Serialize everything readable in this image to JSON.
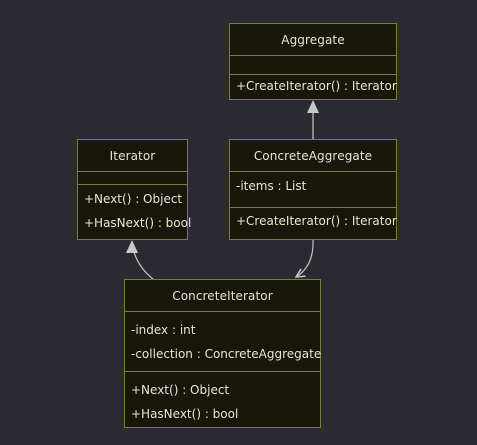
{
  "diagram": {
    "colors": {
      "background": "#2b2a30",
      "box_fill": "#171608",
      "box_border": "#7a7f36",
      "text": "#e6e6d8",
      "edge": "#c8c8c8"
    },
    "classes": {
      "aggregate": {
        "name": "Aggregate",
        "attributes": [],
        "methods": [
          "+CreateIterator() : Iterator"
        ]
      },
      "iterator": {
        "name": "Iterator",
        "attributes": [],
        "methods": [
          "+Next() : Object",
          "+HasNext() : bool"
        ]
      },
      "concrete_aggregate": {
        "name": "ConcreteAggregate",
        "attributes": [
          "-items : List"
        ],
        "methods": [
          "+CreateIterator() : Iterator"
        ]
      },
      "concrete_iterator": {
        "name": "ConcreteIterator",
        "attributes": [
          "-index : int",
          "-collection : ConcreteAggregate"
        ],
        "methods": [
          "+Next() : Object",
          "+HasNext() : bool"
        ]
      }
    },
    "relations": [
      {
        "from": "concrete_aggregate",
        "to": "aggregate",
        "kind": "inheritance"
      },
      {
        "from": "concrete_iterator",
        "to": "iterator",
        "kind": "inheritance"
      },
      {
        "from": "concrete_aggregate",
        "to": "concrete_iterator",
        "kind": "association"
      }
    ]
  }
}
